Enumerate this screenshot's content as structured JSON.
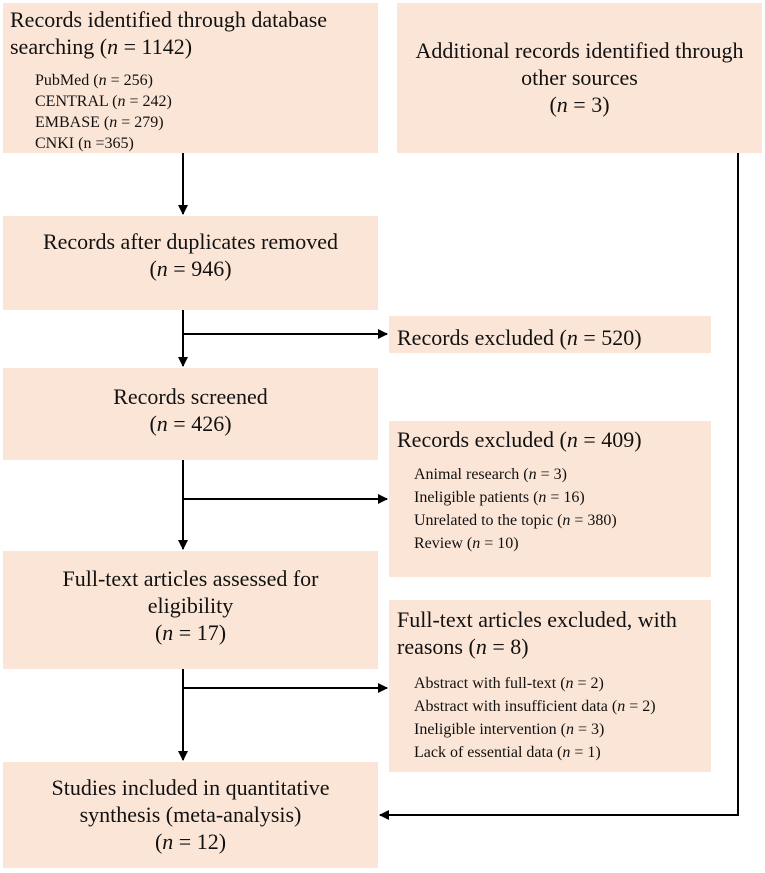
{
  "boxes": {
    "identified": {
      "title_a": "Records identified through database",
      "title_b": "searching (",
      "title_n": "n",
      "title_c": " = 1142)",
      "sources": [
        {
          "label": "PubMed (",
          "n": "n",
          "value": " = 256)"
        },
        {
          "label": "CENTRAL (",
          "n": "n",
          "value": " = 242)"
        },
        {
          "label": "EMBASE (",
          "n": "n",
          "value": " = 279)"
        },
        {
          "label": "CNKI (n =365)",
          "n": "",
          "value": ""
        }
      ]
    },
    "additional": {
      "line1": "Additional records identified through",
      "line2": "other sources",
      "count_pre": "(",
      "count_n": "n",
      "count_post": " = 3)"
    },
    "duplicates": {
      "line1": "Records after duplicates removed",
      "count_pre": "(",
      "count_n": "n",
      "count_post": " = 946)"
    },
    "excluded1": {
      "pre": "Records excluded (",
      "n": "n",
      "post": " = 520)"
    },
    "screened": {
      "line1": "Records screened",
      "count_pre": "(",
      "count_n": "n",
      "count_post": " = 426)"
    },
    "excluded2": {
      "title_pre": "Records excluded (",
      "title_n": "n",
      "title_post": " = 409)",
      "reasons": [
        {
          "label": "Animal research (",
          "n": "n",
          "value": " = 3)"
        },
        {
          "label": "Ineligible patients (",
          "n": "n",
          "value": " = 16)"
        },
        {
          "label": "Unrelated to the topic (",
          "n": "n",
          "value": " = 380)"
        },
        {
          "label": "Review (",
          "n": "n",
          "value": " = 10)"
        }
      ]
    },
    "fulltext": {
      "line1": "Full-text articles assessed for",
      "line2": "eligibility",
      "count_pre": "(",
      "count_n": "n",
      "count_post": " = 17)"
    },
    "excluded3": {
      "line1": "Full-text articles excluded, with",
      "line2_pre": "reasons (",
      "line2_n": "n",
      "line2_post": " = 8)",
      "reasons": [
        {
          "label": "Abstract with full-text (",
          "n": "n",
          "value": " = 2)"
        },
        {
          "label": "Abstract with insufficient data (",
          "n": "n",
          "value": " = 2)"
        },
        {
          "label": "Ineligible intervention (",
          "n": "n",
          "value": " = 3)"
        },
        {
          "label": "Lack of essential data (",
          "n": "n",
          "value": " = 1)"
        }
      ]
    },
    "included": {
      "line1": "Studies included in quantitative",
      "line2": "synthesis (meta-analysis)",
      "count_pre": "(",
      "count_n": "n",
      "count_post": " = 12)"
    }
  }
}
